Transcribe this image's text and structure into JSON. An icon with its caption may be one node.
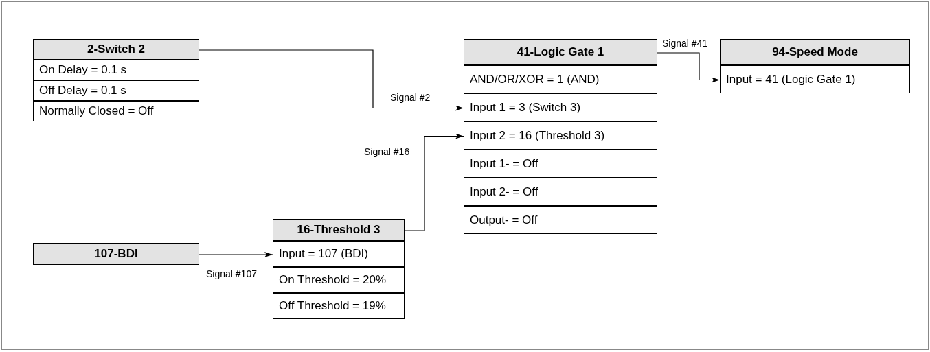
{
  "diagram": {
    "nodes": [
      {
        "text": [
          "2-Switch 2"
        ]
      },
      {
        "text": [
          "On Delay = 0.1 s"
        ]
      },
      {
        "text": [
          "Off Delay = 0.1 s"
        ]
      },
      {
        "text": [
          "Normally Closed = Off"
        ]
      },
      {
        "text": [
          "41-Logic Gate 1"
        ]
      },
      {
        "text": [
          "AND/OR/XOR = 1 (AND)"
        ]
      },
      {
        "text": [
          "Input 1 = 3 (Switch 3)"
        ]
      },
      {
        "text": [
          "Input 2 = 16 (Threshold 3)"
        ]
      },
      {
        "text": [
          "Input 1- = Off"
        ]
      },
      {
        "text": [
          "Input 2- = Off"
        ]
      },
      {
        "text": [
          "Output- = Off"
        ]
      },
      {
        "text": [
          "94-Speed Mode"
        ]
      },
      {
        "text": [
          "Input = 41 (Logic Gate 1)"
        ]
      },
      {
        "text": [
          "16-Threshold 3"
        ]
      },
      {
        "text": [
          "Input = 107 (BDI)"
        ]
      },
      {
        "text": [
          "On Threshold = 20%"
        ]
      },
      {
        "text": [
          "Off Threshold = 19%"
        ]
      },
      {
        "text": [
          "107-BDI"
        ]
      }
    ],
    "edges": [
      {
        "from": 0,
        "to": 6,
        "arrow": "to",
        "label": "Signal #2"
      },
      {
        "from": 4,
        "to": 12,
        "arrow": "to",
        "label": "Signal #41"
      },
      {
        "from": 13,
        "to": 7,
        "arrow": "to",
        "label": "Signal #16"
      },
      {
        "from": 17,
        "to": 14,
        "arrow": "to",
        "label": "Signal #107"
      }
    ]
  }
}
